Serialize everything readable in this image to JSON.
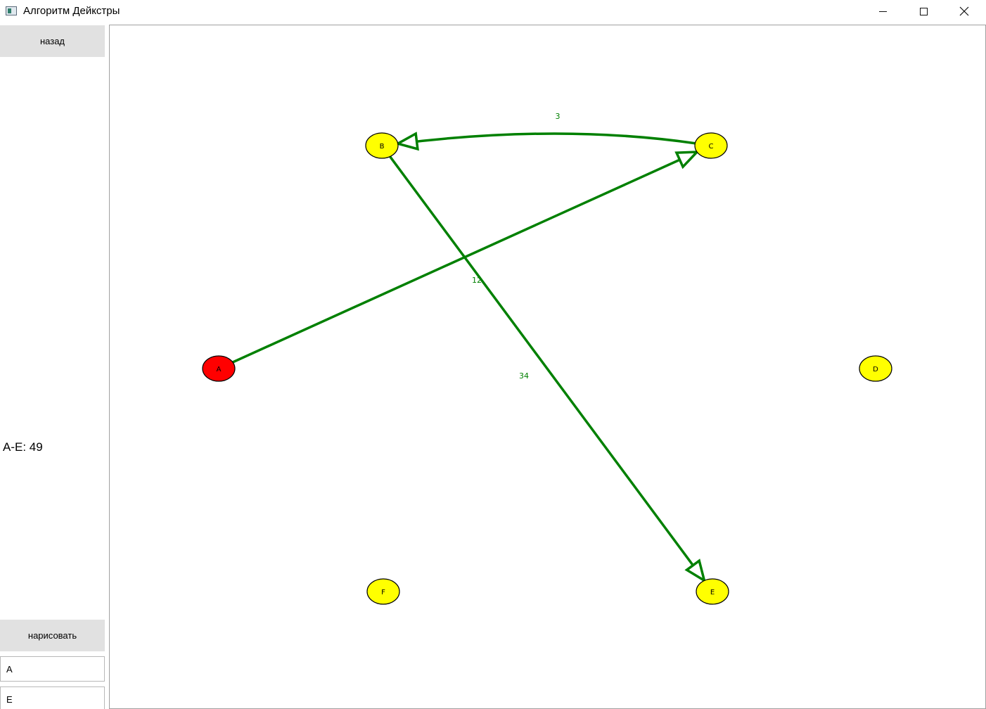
{
  "window": {
    "title": "Алгоритм Дейкстры",
    "controls": {
      "minimize": "—",
      "maximize": "☐",
      "close": "✕"
    }
  },
  "left_panel": {
    "back_button": "назад",
    "result_text": "A-E: 49",
    "draw_button": "нарисовать",
    "from_input": "A",
    "to_input": "E"
  },
  "graph": {
    "colors": {
      "edge": "#008000",
      "node_default": "#ffff00",
      "node_start": "#ff0000",
      "node_stroke": "#000000"
    },
    "start_node": "A",
    "nodes": [
      {
        "id": "A",
        "label": "A"
      },
      {
        "id": "B",
        "label": "B"
      },
      {
        "id": "C",
        "label": "C"
      },
      {
        "id": "D",
        "label": "D"
      },
      {
        "id": "E",
        "label": "E"
      },
      {
        "id": "F",
        "label": "F"
      }
    ],
    "edges": [
      {
        "from": "A",
        "to": "C",
        "weight": "12"
      },
      {
        "from": "C",
        "to": "B",
        "weight": "3"
      },
      {
        "from": "B",
        "to": "E",
        "weight": "34"
      }
    ]
  }
}
